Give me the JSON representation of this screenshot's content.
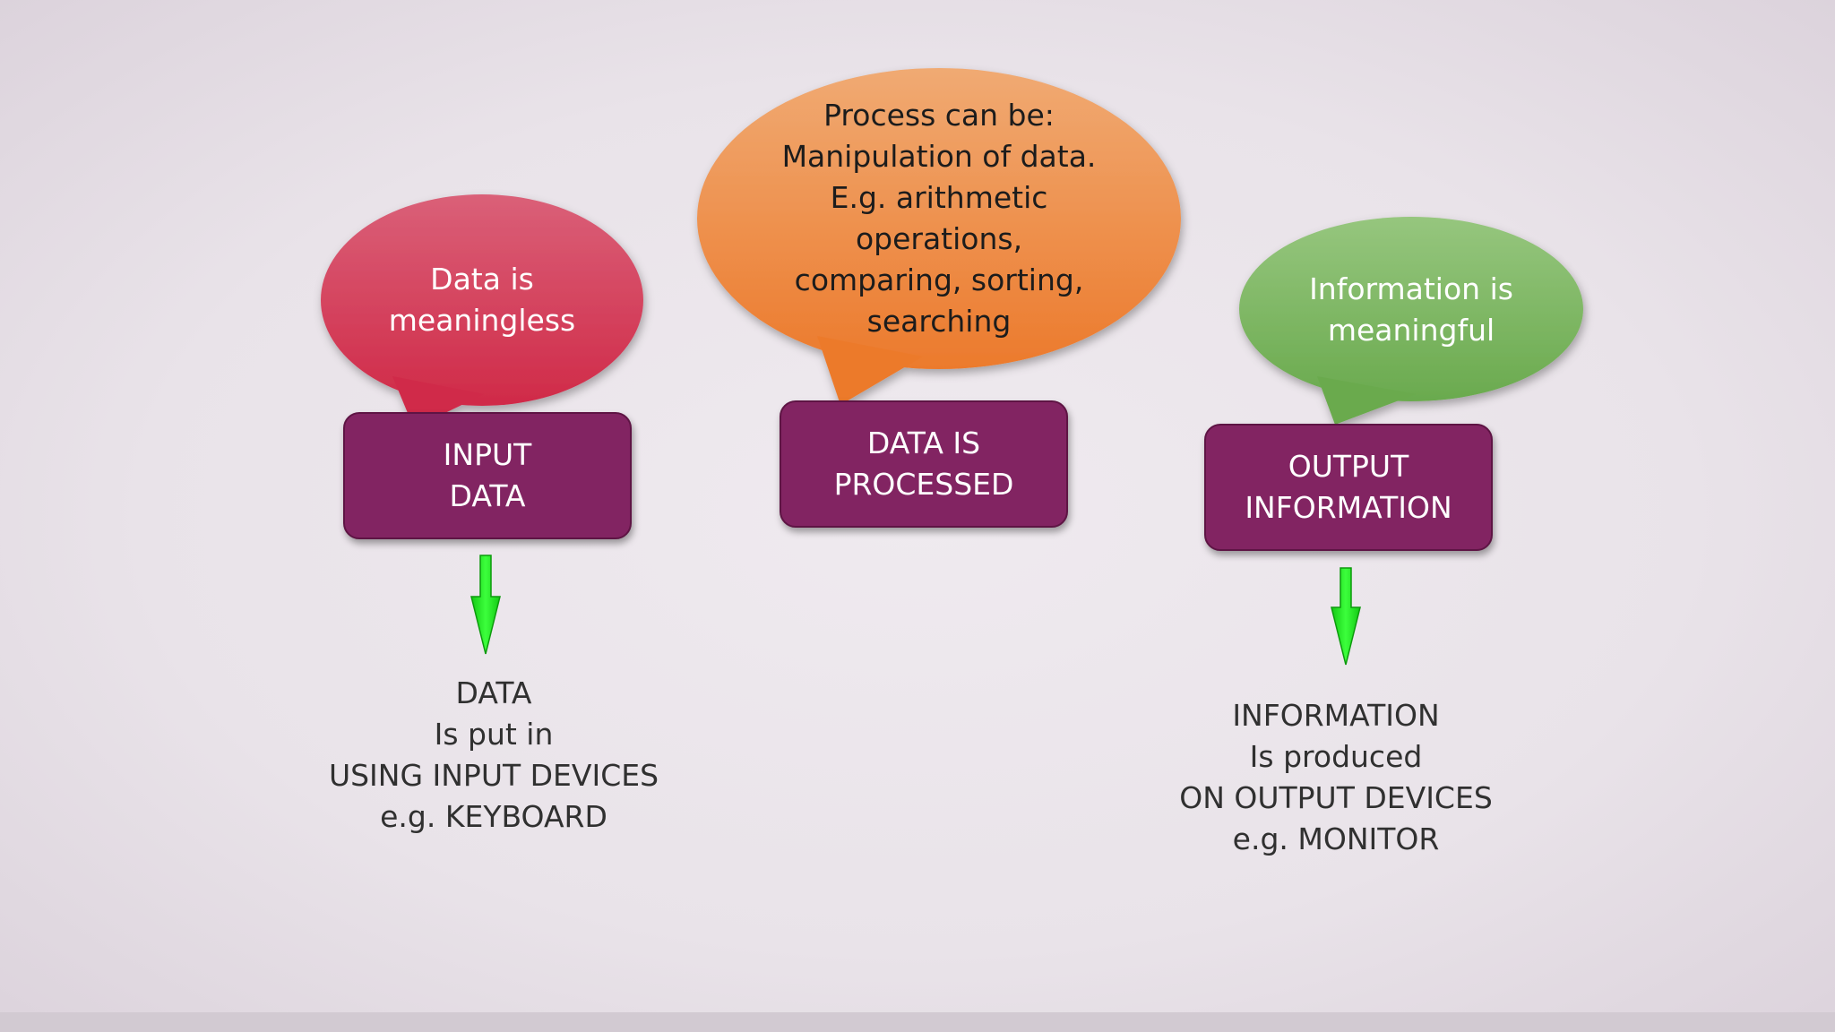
{
  "colors": {
    "red_bubble": "#d63350",
    "orange_bubble": "#ed8334",
    "green_bubble": "#7ab462",
    "box_fill": "#822462",
    "arrow": "#1ee61e"
  },
  "bubbles": {
    "data": {
      "lines": [
        "Data is",
        "meaningless"
      ]
    },
    "process": {
      "lines": [
        "Process can be:",
        "Manipulation of data.",
        "E.g. arithmetic",
        "operations,",
        "comparing, sorting,",
        "searching"
      ]
    },
    "information": {
      "lines": [
        "Information is",
        "meaningful"
      ]
    }
  },
  "boxes": {
    "input": {
      "lines": [
        "INPUT",
        "DATA"
      ]
    },
    "processed": {
      "lines": [
        "DATA IS",
        "PROCESSED"
      ]
    },
    "output": {
      "lines": [
        "OUTPUT",
        "INFORMATION"
      ]
    }
  },
  "captions": {
    "input": {
      "lines": [
        "DATA",
        "Is put in",
        "USING INPUT DEVICES",
        "e.g. KEYBOARD"
      ]
    },
    "output": {
      "lines": [
        "INFORMATION",
        "Is produced",
        "ON OUTPUT DEVICES",
        "e.g. MONITOR"
      ]
    }
  }
}
